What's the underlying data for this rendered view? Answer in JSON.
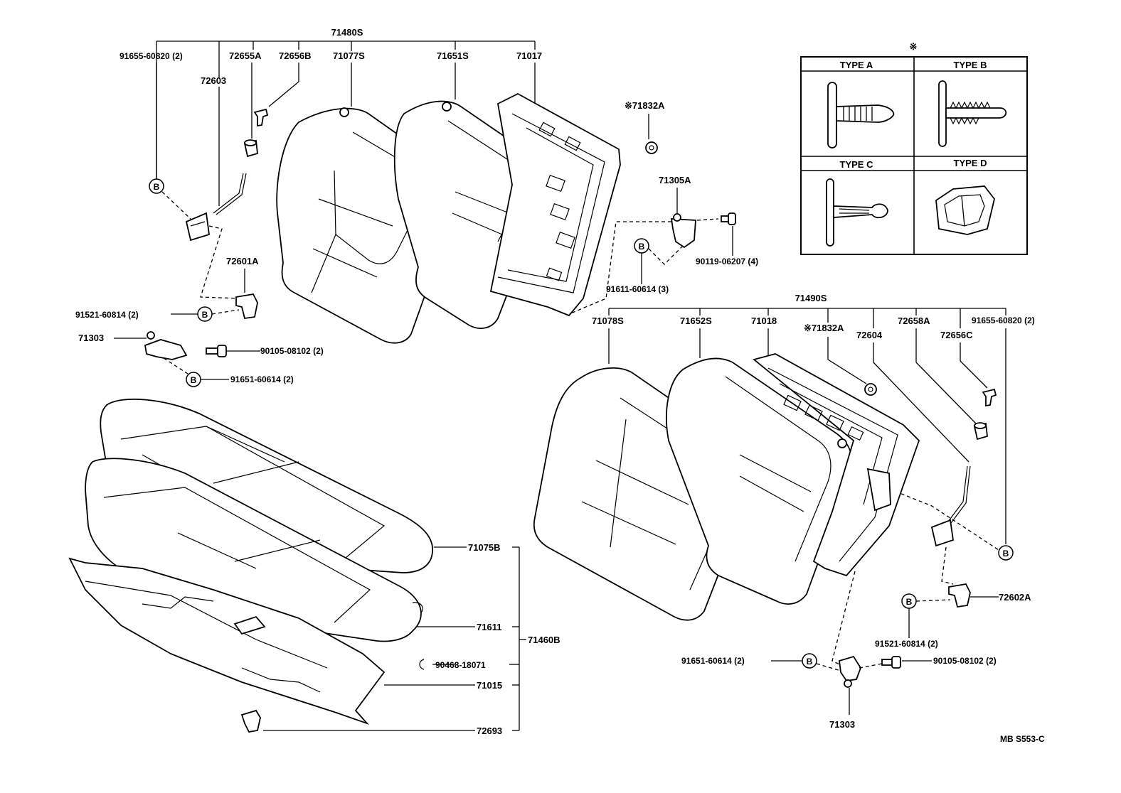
{
  "labels": {
    "back_left_assy": "71480S",
    "p91655_a": "91655-60820 (2)",
    "p72655a": "72655A",
    "p72656b": "72656B",
    "p71077s": "71077S",
    "p71651s": "71651S",
    "p71017": "71017",
    "p72603": "72603",
    "p72601a": "72601A",
    "p91521_a": "91521-60814 (2)",
    "p71303_a": "71303",
    "p90105_a": "90105-08102 (2)",
    "p91651_a": "91651-60614 (2)",
    "p71832a_a": "※71832A",
    "p71305a": "71305A",
    "p90119": "90119-06207 (4)",
    "p91611": "91611-60614 (3)",
    "back_right_assy": "71490S",
    "p71078s": "71078S",
    "p71652s": "71652S",
    "p71018": "71018",
    "p71832a_b": "※71832A",
    "p72604": "72604",
    "p72658a": "72658A",
    "p72656c": "72656C",
    "p91655_b": "91655-60820 (2)",
    "p71075b": "71075B",
    "p71611": "71611",
    "p71460b": "71460B",
    "p90468": "90468-18071",
    "p71015": "71015",
    "p72693": "72693",
    "p72602a": "72602A",
    "p91521_b": "91521-60814 (2)",
    "p91651_b": "91651-60614 (2)",
    "p90105_b": "90105-08102 (2)",
    "p71303_b": "71303",
    "ref_code": "MB S553-C",
    "b_marker": "B"
  },
  "clip_table": {
    "symbol": "※",
    "types": [
      "TYPE A",
      "TYPE B",
      "TYPE C",
      "TYPE D"
    ]
  }
}
